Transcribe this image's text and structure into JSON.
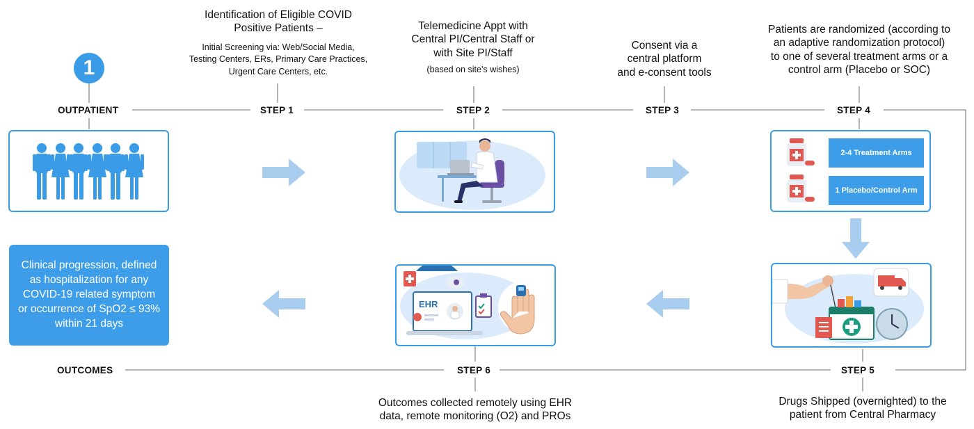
{
  "start_marker": {
    "number": "1"
  },
  "outpatient_label": "OUTPATIENT",
  "outcomes_label": "OUTCOMES",
  "outcome_box_text": "Clinical progression, defined as hospitalization for any COVID-19 related symptom or occurrence of SpO2 ≤ 93% within 21 days",
  "steps": [
    {
      "label": "STEP 1",
      "title_lines": [
        "Identification of Eligible COVID",
        "Positive Patients –"
      ],
      "sub_lines": [
        "Initial Screening via: Web/Social Media,",
        "Testing Centers, ERs, Primary Care Practices,",
        "Urgent Care Centers, etc."
      ]
    },
    {
      "label": "STEP 2",
      "title_lines": [
        "Telemedicine Appt with",
        "Central PI/Central Staff or",
        "with Site PI/Staff"
      ],
      "sub_lines": [
        "(based on site’s wishes)"
      ]
    },
    {
      "label": "STEP 3",
      "title_lines": [
        "Consent via a",
        "central platform",
        "and e-consent tools"
      ],
      "sub_lines": []
    },
    {
      "label": "STEP 4",
      "title_lines": [
        "Patients are randomized (according to",
        "an adaptive randomization protocol)",
        "to one of several treatment arms or a",
        "control arm (Placebo or SOC)"
      ],
      "sub_lines": [],
      "arms": [
        "2-4 Treatment Arms",
        "1 Placebo/Control Arm"
      ]
    },
    {
      "label": "STEP 5",
      "title_lines": [
        "Drugs Shipped (overnighted) to the",
        "patient from Central Pharmacy"
      ],
      "sub_lines": []
    },
    {
      "label": "STEP 6",
      "title_lines": [
        "Outcomes collected remotely using EHR",
        "data, remote monitoring (O2) and PROs"
      ],
      "sub_lines": [],
      "ehr_label": "EHR"
    }
  ],
  "colors": {
    "accent": "#3a9be6",
    "arrow": "#a9cdef",
    "box_fill": "#3d9de8",
    "line": "#888888"
  }
}
